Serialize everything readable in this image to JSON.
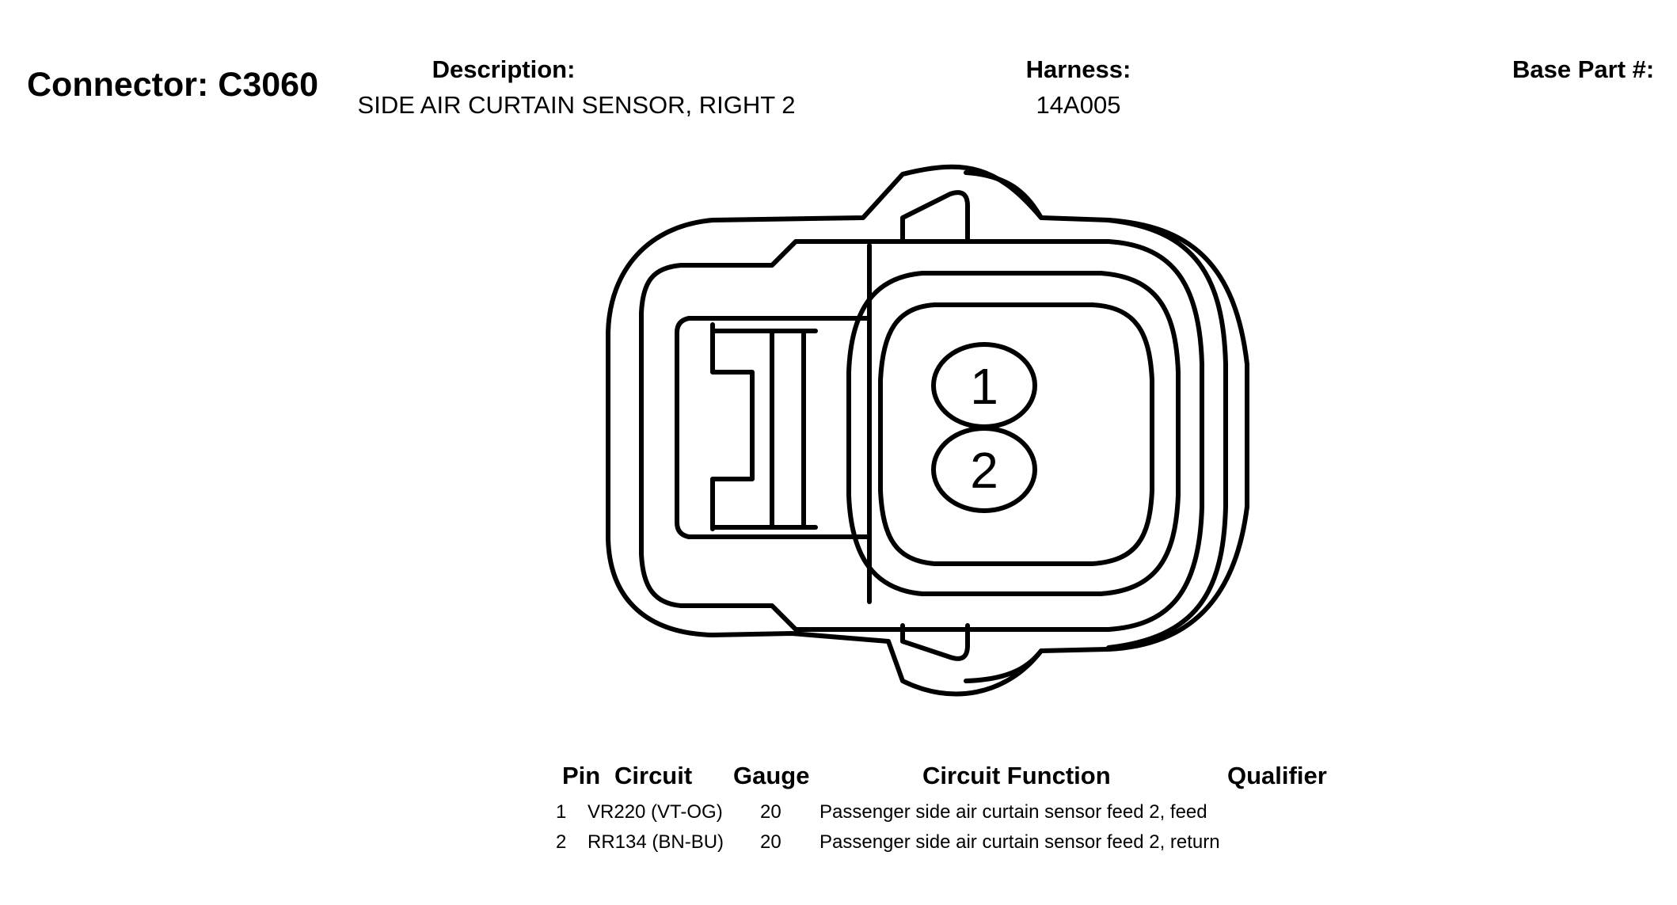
{
  "header": {
    "connector_title": "Connector: C3060",
    "description_label": "Description:",
    "description_value": "SIDE AIR CURTAIN SENSOR, RIGHT 2",
    "harness_label": "Harness:",
    "harness_value": "14A005",
    "base_part_label": "Base Part #:"
  },
  "diagram": {
    "pins": [
      {
        "label": "1"
      },
      {
        "label": "2"
      }
    ]
  },
  "table": {
    "headers": {
      "pin": "Pin",
      "circuit": "Circuit",
      "gauge": "Gauge",
      "circuit_function": "Circuit Function",
      "qualifier": "Qualifier"
    },
    "rows": [
      {
        "pin": "1",
        "circuit": "VR220 (VT-OG)",
        "gauge": "20",
        "circuit_function": "Passenger side air curtain sensor feed 2, feed",
        "qualifier": ""
      },
      {
        "pin": "2",
        "circuit": "RR134 (BN-BU)",
        "gauge": "20",
        "circuit_function": "Passenger side air curtain sensor feed 2, return",
        "qualifier": ""
      }
    ]
  }
}
